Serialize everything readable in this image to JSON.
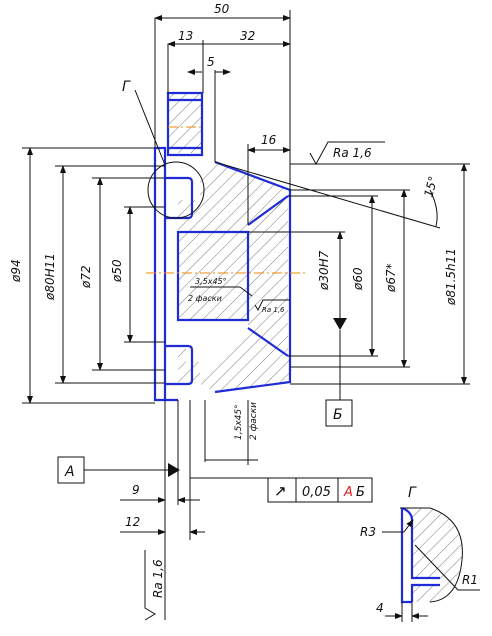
{
  "colors": {
    "contour": "#1f2bd6",
    "line": "#111111",
    "axis": "#f08a00",
    "datum_red": "#e02020"
  },
  "dims": {
    "len50": "50",
    "len13": "13",
    "len32": "32",
    "len5": "5",
    "len16": "16",
    "d94": "ø94",
    "d80": "ø80H11",
    "d72": "ø72",
    "d50": "ø50",
    "d30": "ø30H7",
    "d60": "ø60",
    "d67": "ø67*",
    "d81": "ø81.5h11",
    "len9": "9",
    "len12": "12",
    "angle15": "15°"
  },
  "roughness": {
    "top": "Ra 1,6",
    "bottom": "Ra 1,6",
    "small": "Ra 1,6"
  },
  "chamfers": {
    "inner": "3,5x45°",
    "inner_note": "2 фаски",
    "outer": "1,5x45°",
    "outer_note": "2 фаски"
  },
  "datums": {
    "a": "A",
    "b": "Б"
  },
  "tolerance": {
    "symbol": "↗",
    "value": "0,05",
    "datum_a": "A",
    "datum_b": "Б"
  },
  "detail": {
    "view_label": "Г",
    "section_label": "Г",
    "r3": "R3",
    "r1": "R1",
    "len4": "4"
  }
}
